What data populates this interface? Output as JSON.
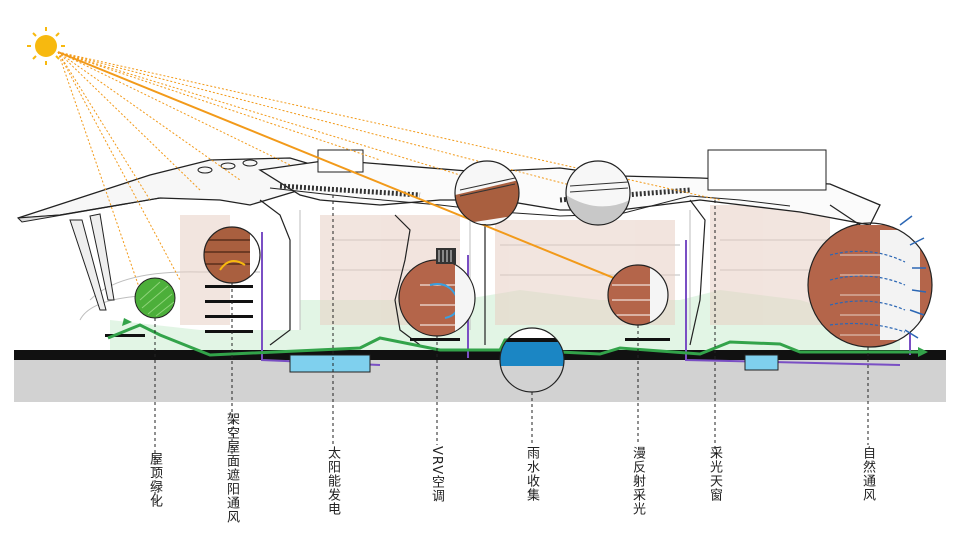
{
  "labels": [
    "屋顶绿化",
    "架空屋面遮阳通风",
    "太阳能发电",
    "VRV空调",
    "雨水收集",
    "漫反射采光",
    "采光天窗",
    "自然通风"
  ],
  "icons": [
    "sun-icon",
    "roof-garden-icon",
    "solar-panel-icon",
    "vrv-unit-icon",
    "rain-tank-icon",
    "airflow-arrow-icon"
  ],
  "colors": {
    "ground": "#d2d2d2",
    "ground_line": "#111111",
    "green_path": "#33a34a",
    "floor_tint": "#dff4e2",
    "water": "#7fd0ee",
    "water_dark": "#1b86c4",
    "sun": "#f7b90f",
    "sun_ray": "#f29a1a",
    "brick": "#b96a4a",
    "pipe": "#7a4fc4",
    "wind": "#2c67b4"
  }
}
